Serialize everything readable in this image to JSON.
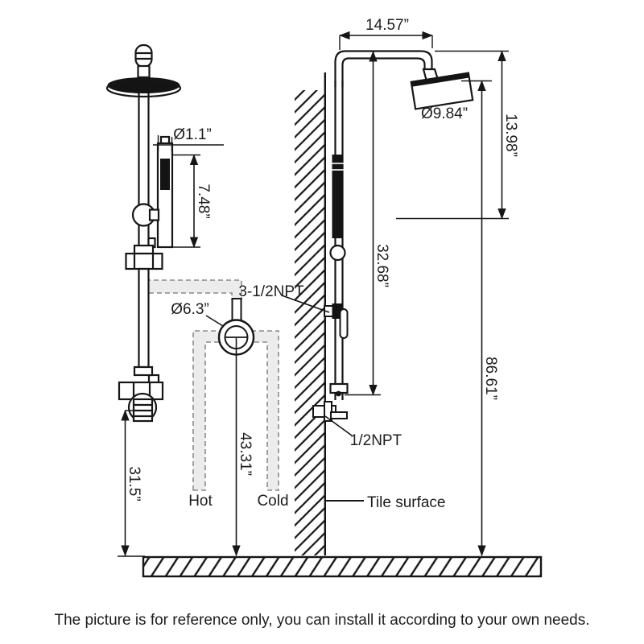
{
  "diagram": {
    "caption": "The picture is for reference only, you can install it according to your own needs.",
    "front_view": {
      "hand_shower_diameter": "Ø1.1”",
      "hand_shower_length": "7.48”",
      "valve_diameter": "Ø6.3”",
      "valve_center_height": "43.31”",
      "outlet_height": "31.5”",
      "hot_label": "Hot",
      "cold_label": "Cold"
    },
    "side_view": {
      "top_arm_width": "14.57”",
      "head_diameter": "Ø9.84”",
      "head_drop": "13.98”",
      "slide_bar_length": "32.68”",
      "total_height": "86.61”",
      "top_connection": "3-1/2NPT",
      "bottom_connection": "1/2NPT",
      "wall_label": "Tile surface"
    }
  }
}
